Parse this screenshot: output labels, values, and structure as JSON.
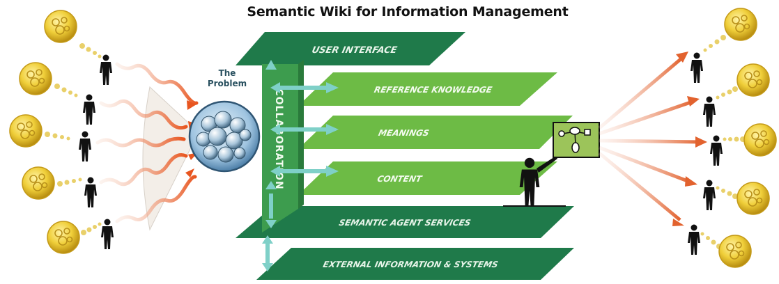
{
  "title": "Semantic Wiki for Information Management",
  "problem_label_line1": "The",
  "problem_label_line2": "Problem",
  "layers": {
    "user_interface": "USER INTERFACE",
    "reference_knowledge": "REFERENCE KNOWLEDGE",
    "meanings": "MEANINGS",
    "content": "CONTENT",
    "semantic_agent_services": "SEMANTIC AGENT SERVICES",
    "external_information": "EXTERNAL INFORMATION & SYSTEMS"
  },
  "collaboration_label": "COLLABORATION",
  "colors": {
    "dark_green": "#1f7a4a",
    "mid_green": "#3d9c4e",
    "light_green": "#6dbb45",
    "arrow_teal": "#7fd0c8",
    "orange": "#e2622e",
    "token_yellow": "#e9c531"
  }
}
